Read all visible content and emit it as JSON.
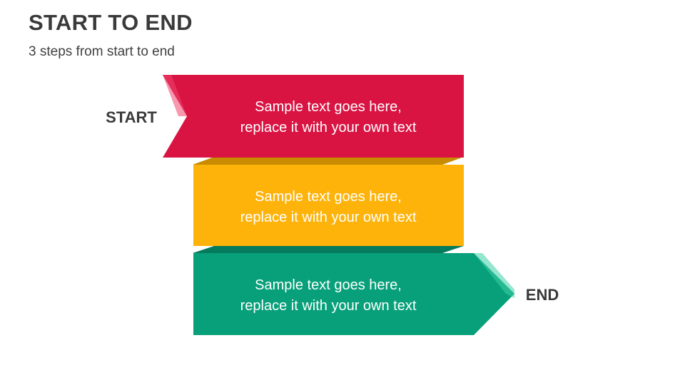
{
  "slide": {
    "title": "START TO END",
    "subtitle": "3 steps from start to end"
  },
  "labels": {
    "start": "START",
    "end": "END"
  },
  "steps": [
    {
      "line1": "Sample text goes here,",
      "line2": "replace it with your own text",
      "color": "#D91443",
      "fold_color": "#A50E32"
    },
    {
      "line1": "Sample text goes here,",
      "line2": "replace it with your own text",
      "color": "#FDB30A",
      "fold_color": "#C98B00"
    },
    {
      "line1": "Sample text goes here,",
      "line2": "replace it with your own text",
      "color": "#08A07A",
      "fold_color": "#057A5C"
    }
  ]
}
